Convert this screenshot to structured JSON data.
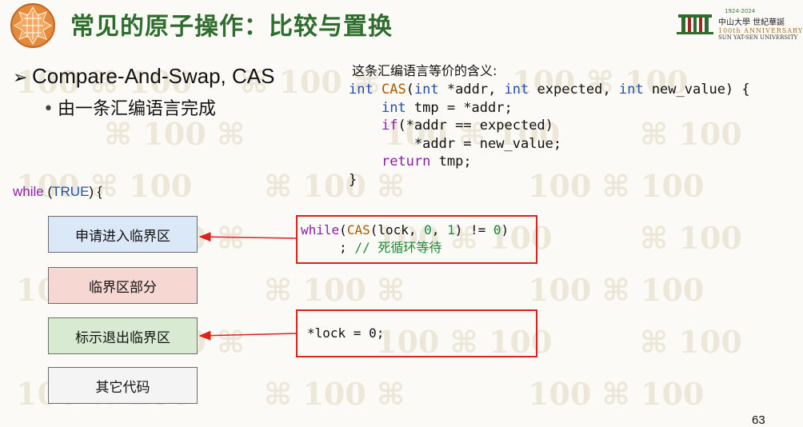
{
  "slide": {
    "title": "常见的原子操作：比较与置换",
    "page_number": "63"
  },
  "university": {
    "years": "1924-2024",
    "name_cn": "中山大學 世紀華誕",
    "anniversary_en": "100th ANNIVERSARY",
    "name_en": "SUN YAT-SEN UNIVERSITY"
  },
  "bullets": {
    "main": "Compare-And-Swap, CAS",
    "sub": "由一条汇编语言完成"
  },
  "code_block": {
    "note": "这条汇编语言等价的含义:",
    "lines": {
      "l1_kw": "int",
      "l1_fn": "CAS",
      "l1_p1": "(",
      "l1_kw2": "int",
      "l1_p2": " *addr, ",
      "l1_kw3": "int",
      "l1_p3": " expected, ",
      "l1_kw4": "int",
      "l1_p4": " new_value) {",
      "l2_kw": "int",
      "l2_rest": " tmp = *addr;",
      "l3_kw": "if",
      "l3_rest": "(*addr == expected)",
      "l4": "*addr = new_value;",
      "l5_kw": "return",
      "l5_rest": " tmp;",
      "l6": "}"
    }
  },
  "while_line": {
    "kw": "while",
    "open": " (",
    "arg": "TRUE",
    "close": ") {"
  },
  "steps": {
    "enter": "申请进入临界区",
    "critical": "临界区部分",
    "exit": "标示退出临界区",
    "other": "其它代码"
  },
  "snippet_enter": {
    "kw": "while",
    "p1": "(",
    "fn": "CAS",
    "p2": "(lock, ",
    "n1": "0",
    "p3": ", ",
    "n2": "1",
    "p4": ") != ",
    "n3": "0",
    "p5": ")",
    "line2_semicolon": "; ",
    "comment": "// 死循环等待"
  },
  "snippet_exit": {
    "code": "*lock = 0;"
  },
  "colors": {
    "title_green": "#2e6d2e",
    "keyword_blue": "#1f4fb0",
    "control_purple": "#8a1fa6",
    "highlight_red": "#e0201a"
  }
}
